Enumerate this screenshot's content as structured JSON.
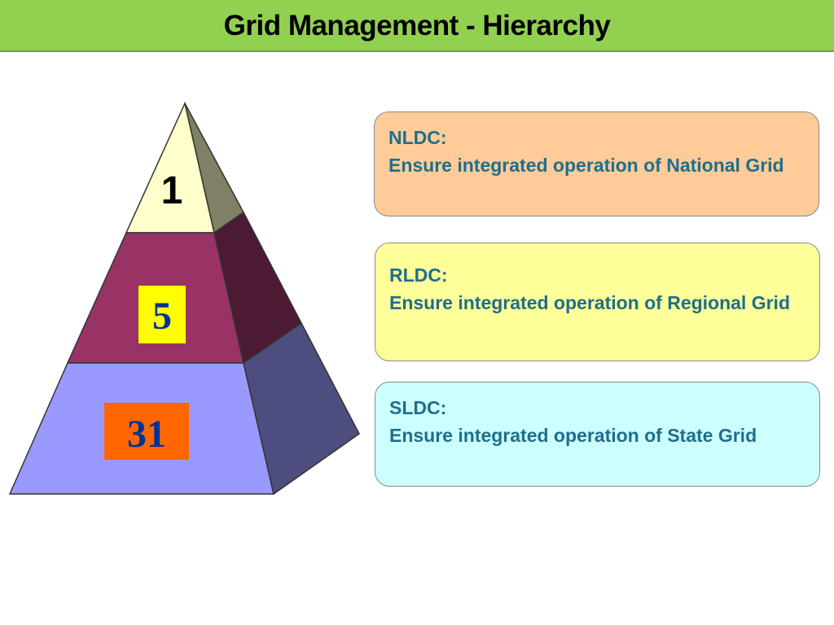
{
  "title": "Grid Management - Hierarchy",
  "pyramid": {
    "levels": [
      {
        "label": "1",
        "front_color": "#ffffcc",
        "side_color": "#808066"
      },
      {
        "label": "5",
        "front_color": "#993366",
        "side_color": "#4d1a33",
        "badge_color": "#ffff00",
        "label_color": "#003399"
      },
      {
        "label": "31",
        "front_color": "#9999ff",
        "side_color": "#4d4d80",
        "badge_color": "#ff6600",
        "label_color": "#003399"
      }
    ]
  },
  "boxes": [
    {
      "heading": "NLDC:",
      "description": "Ensure integrated operation of National Grid",
      "color": "#ffcc99"
    },
    {
      "heading": "RLDC:",
      "description": "Ensure integrated operation of Regional Grid",
      "color": "#ffff99"
    },
    {
      "heading": "SLDC:",
      "description": "Ensure integrated operation of State Grid",
      "color": "#ccffff"
    }
  ],
  "colors": {
    "title_bar": "#92d050",
    "box_text": "#1f6e8c"
  }
}
